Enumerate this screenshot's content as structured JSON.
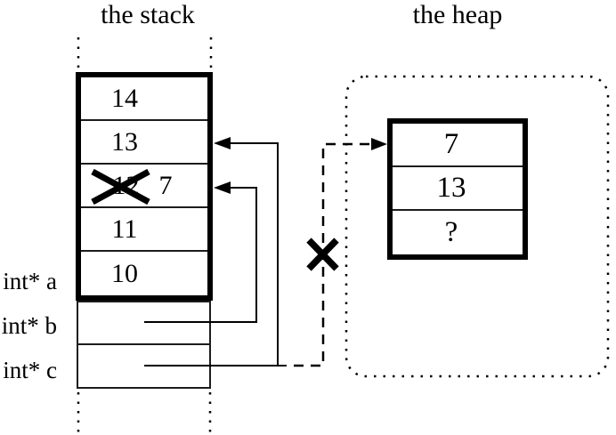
{
  "titles": {
    "stack": "the stack",
    "heap": "the heap"
  },
  "stack": {
    "cells": [
      {
        "value": "14"
      },
      {
        "value": "13"
      },
      {
        "value": "12",
        "crossed_out": true,
        "new_value": "7"
      },
      {
        "value": "11"
      },
      {
        "value": "10"
      }
    ],
    "pointer_vars": [
      {
        "label": "int* a"
      },
      {
        "label": "int* b"
      },
      {
        "label": "int* c"
      }
    ]
  },
  "heap": {
    "cells": [
      {
        "value": "7"
      },
      {
        "value": "13"
      },
      {
        "value": "?"
      }
    ]
  },
  "colors": {
    "ink": "#000000",
    "background": "#ffffff"
  }
}
